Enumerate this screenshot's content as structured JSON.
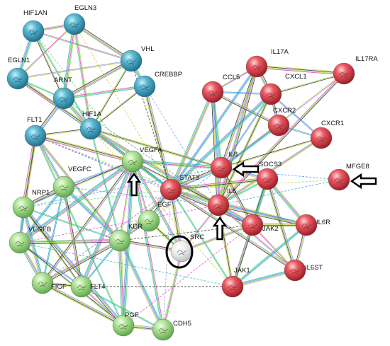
{
  "colors": {
    "blue": "#4aa8c4",
    "red": "#e8505a",
    "green": "#a6dc8c",
    "gray": "#e8e8e8",
    "edge_palette": [
      "#c9c73a",
      "#e040c8",
      "#2f9be0",
      "#2a2a2a",
      "#62d36a",
      "#8a8ee8",
      "#9bdb3c",
      "#28b8a8"
    ],
    "annotation": "#000000"
  },
  "nodes": [
    {
      "id": "HIF1AN",
      "label": "HIF1AN",
      "group": "blue"
    },
    {
      "id": "EGLN3",
      "label": "EGLN3",
      "group": "blue"
    },
    {
      "id": "EGLN1",
      "label": "EGLN1",
      "group": "blue"
    },
    {
      "id": "ARNT",
      "label": "ARNT",
      "group": "blue"
    },
    {
      "id": "VHL",
      "label": "VHL",
      "group": "blue"
    },
    {
      "id": "CREBBP",
      "label": "CREBBP",
      "group": "blue"
    },
    {
      "id": "HIF1A",
      "label": "HIF1A",
      "group": "blue"
    },
    {
      "id": "FLT1",
      "label": "FLT1",
      "group": "blue"
    },
    {
      "id": "IL17A",
      "label": "IL17A",
      "group": "red"
    },
    {
      "id": "IL17RA",
      "label": "IL17RA",
      "group": "red"
    },
    {
      "id": "CCL5",
      "label": "CCL5",
      "group": "red"
    },
    {
      "id": "CXCL1",
      "label": "CXCL1",
      "group": "red"
    },
    {
      "id": "CXCR2",
      "label": "CXCR2",
      "group": "red"
    },
    {
      "id": "CXCR1",
      "label": "CXCR1",
      "group": "red"
    },
    {
      "id": "IL8",
      "label": "IL8",
      "group": "red"
    },
    {
      "id": "SOCS3",
      "label": "SOCS3",
      "group": "red"
    },
    {
      "id": "MFGE8",
      "label": "MFGE8",
      "group": "red"
    },
    {
      "id": "STAT3",
      "label": "STAT3",
      "group": "red"
    },
    {
      "id": "IL6",
      "label": "IL6",
      "group": "red"
    },
    {
      "id": "JAK2",
      "label": "JAK2",
      "group": "red"
    },
    {
      "id": "IL6R",
      "label": "IL6R",
      "group": "red"
    },
    {
      "id": "JAK1",
      "label": "JAK1",
      "group": "red"
    },
    {
      "id": "IL6ST",
      "label": "IL6ST",
      "group": "red"
    },
    {
      "id": "VEGFA",
      "label": "VEGFA",
      "group": "green"
    },
    {
      "id": "VEGFC",
      "label": "VEGFC",
      "group": "green"
    },
    {
      "id": "NRP1",
      "label": "NRP1",
      "group": "green"
    },
    {
      "id": "EGF",
      "label": "EGF",
      "group": "green"
    },
    {
      "id": "KDR",
      "label": "KDR",
      "group": "green"
    },
    {
      "id": "VEGFB",
      "label": "VEGFB",
      "group": "green"
    },
    {
      "id": "FIGF",
      "label": "FIGF",
      "group": "green"
    },
    {
      "id": "FLT4",
      "label": "FLT4",
      "group": "green"
    },
    {
      "id": "PGF",
      "label": "PGF",
      "group": "green"
    },
    {
      "id": "CDH5",
      "label": "CDH5",
      "group": "green"
    },
    {
      "id": "SRC",
      "label": "SRC",
      "group": "gray"
    }
  ],
  "edges": [
    [
      "HIF1AN",
      "EGLN3"
    ],
    [
      "HIF1AN",
      "EGLN1"
    ],
    [
      "HIF1AN",
      "ARNT"
    ],
    [
      "HIF1AN",
      "HIF1A"
    ],
    [
      "HIF1AN",
      "VHL"
    ],
    [
      "EGLN3",
      "EGLN1"
    ],
    [
      "EGLN3",
      "ARNT"
    ],
    [
      "EGLN3",
      "HIF1A"
    ],
    [
      "EGLN3",
      "VHL"
    ],
    [
      "EGLN1",
      "ARNT"
    ],
    [
      "EGLN1",
      "HIF1A"
    ],
    [
      "EGLN1",
      "VHL"
    ],
    [
      "ARNT",
      "HIF1A"
    ],
    [
      "ARNT",
      "VHL"
    ],
    [
      "ARNT",
      "CREBBP"
    ],
    [
      "ARNT",
      "FLT1"
    ],
    [
      "VHL",
      "HIF1A"
    ],
    [
      "VHL",
      "CREBBP"
    ],
    [
      "CREBBP",
      "HIF1A"
    ],
    [
      "CREBBP",
      "STAT3"
    ],
    [
      "HIF1A",
      "FLT1"
    ],
    [
      "HIF1A",
      "VEGFA"
    ],
    [
      "HIF1A",
      "STAT3"
    ],
    [
      "HIF1A",
      "IL6"
    ],
    [
      "HIF1A",
      "IL8"
    ],
    [
      "HIF1A",
      "KDR"
    ],
    [
      "FLT1",
      "VEGFA"
    ],
    [
      "FLT1",
      "VEGFB"
    ],
    [
      "FLT1",
      "PGF"
    ],
    [
      "FLT1",
      "KDR"
    ],
    [
      "FLT1",
      "NRP1"
    ],
    [
      "FLT1",
      "VEGFC"
    ],
    [
      "IL17A",
      "IL17RA"
    ],
    [
      "IL17A",
      "CXCL1"
    ],
    [
      "IL17A",
      "IL6"
    ],
    [
      "IL17A",
      "IL8"
    ],
    [
      "IL17A",
      "CCL5"
    ],
    [
      "IL17A",
      "STAT3"
    ],
    [
      "IL17RA",
      "CXCL1"
    ],
    [
      "IL17RA",
      "IL6"
    ],
    [
      "IL17RA",
      "IL8"
    ],
    [
      "CCL5",
      "CXCL1"
    ],
    [
      "CCL5",
      "IL8"
    ],
    [
      "CCL5",
      "IL6"
    ],
    [
      "CCL5",
      "STAT3"
    ],
    [
      "CCL5",
      "CXCR2"
    ],
    [
      "CXCL1",
      "CXCR2"
    ],
    [
      "CXCL1",
      "IL8"
    ],
    [
      "CXCL1",
      "CXCR1"
    ],
    [
      "CXCL1",
      "IL6"
    ],
    [
      "CXCL1",
      "STAT3"
    ],
    [
      "CXCR2",
      "CXCR1"
    ],
    [
      "CXCR2",
      "IL8"
    ],
    [
      "CXCR1",
      "IL8"
    ],
    [
      "CXCR1",
      "IL6"
    ],
    [
      "IL8",
      "STAT3"
    ],
    [
      "IL8",
      "IL6"
    ],
    [
      "IL8",
      "SOCS3"
    ],
    [
      "IL8",
      "VEGFA"
    ],
    [
      "IL8",
      "JAK2"
    ],
    [
      "SOCS3",
      "STAT3"
    ],
    [
      "SOCS3",
      "IL6"
    ],
    [
      "SOCS3",
      "JAK2"
    ],
    [
      "SOCS3",
      "JAK1"
    ],
    [
      "SOCS3",
      "IL6R"
    ],
    [
      "SOCS3",
      "IL6ST"
    ],
    [
      "STAT3",
      "IL6"
    ],
    [
      "STAT3",
      "JAK2"
    ],
    [
      "STAT3",
      "JAK1"
    ],
    [
      "STAT3",
      "IL6R"
    ],
    [
      "STAT3",
      "IL6ST"
    ],
    [
      "STAT3",
      "VEGFA"
    ],
    [
      "STAT3",
      "EGF"
    ],
    [
      "STAT3",
      "SRC"
    ],
    [
      "STAT3",
      "KDR"
    ],
    [
      "IL6",
      "JAK2"
    ],
    [
      "IL6",
      "JAK1"
    ],
    [
      "IL6",
      "IL6R"
    ],
    [
      "IL6",
      "IL6ST"
    ],
    [
      "IL6",
      "VEGFA"
    ],
    [
      "IL6",
      "SRC"
    ],
    [
      "JAK2",
      "JAK1"
    ],
    [
      "JAK2",
      "IL6R"
    ],
    [
      "JAK2",
      "IL6ST"
    ],
    [
      "JAK2",
      "SRC"
    ],
    [
      "JAK1",
      "IL6R"
    ],
    [
      "JAK1",
      "IL6ST"
    ],
    [
      "IL6R",
      "IL6ST"
    ],
    [
      "VEGFA",
      "VEGFC"
    ],
    [
      "VEGFA",
      "NRP1"
    ],
    [
      "VEGFA",
      "KDR"
    ],
    [
      "VEGFA",
      "FLT4"
    ],
    [
      "VEGFA",
      "VEGFB"
    ],
    [
      "VEGFA",
      "PGF"
    ],
    [
      "VEGFA",
      "EGF"
    ],
    [
      "VEGFA",
      "FIGF"
    ],
    [
      "VEGFA",
      "CDH5"
    ],
    [
      "VEGFA",
      "SRC"
    ],
    [
      "VEGFC",
      "NRP1"
    ],
    [
      "VEGFC",
      "KDR"
    ],
    [
      "VEGFC",
      "FLT4"
    ],
    [
      "VEGFC",
      "FIGF"
    ],
    [
      "VEGFC",
      "VEGFB"
    ],
    [
      "NRP1",
      "KDR"
    ],
    [
      "NRP1",
      "VEGFB"
    ],
    [
      "NRP1",
      "FIGF"
    ],
    [
      "NRP1",
      "PGF"
    ],
    [
      "NRP1",
      "FLT4"
    ],
    [
      "KDR",
      "FLT4"
    ],
    [
      "KDR",
      "FIGF"
    ],
    [
      "KDR",
      "PGF"
    ],
    [
      "KDR",
      "CDH5"
    ],
    [
      "KDR",
      "SRC"
    ],
    [
      "KDR",
      "VEGFB"
    ],
    [
      "KDR",
      "EGF"
    ],
    [
      "VEGFB",
      "FIGF"
    ],
    [
      "VEGFB",
      "FLT4"
    ],
    [
      "VEGFB",
      "PGF"
    ],
    [
      "FIGF",
      "FLT4"
    ],
    [
      "FIGF",
      "PGF"
    ],
    [
      "FLT4",
      "PGF"
    ],
    [
      "FLT4",
      "CDH5"
    ],
    [
      "PGF",
      "CDH5"
    ],
    [
      "CDH5",
      "SRC"
    ],
    [
      "EGF",
      "SRC"
    ],
    [
      "EGF",
      "KDR"
    ]
  ],
  "dashed_edges": [
    [
      "FLT1",
      "STAT3"
    ],
    [
      "FLT1",
      "IL6"
    ],
    [
      "ARNT",
      "IL6"
    ],
    [
      "EGLN1",
      "VEGFA"
    ],
    [
      "HIF1AN",
      "VEGFA"
    ],
    [
      "VHL",
      "STAT3"
    ],
    [
      "CREBBP",
      "IL6"
    ],
    [
      "VEGFC",
      "IL6"
    ],
    [
      "NRP1",
      "STAT3"
    ],
    [
      "VEGFB",
      "IL6"
    ],
    [
      "FIGF",
      "STAT3"
    ],
    [
      "FLT4",
      "JAK1"
    ],
    [
      "PGF",
      "JAK2"
    ],
    [
      "CDH5",
      "STAT3"
    ],
    [
      "EGF",
      "IL8"
    ],
    [
      "KDR",
      "JAK2"
    ],
    [
      "VEGFA",
      "MFGE8"
    ],
    [
      "IL6",
      "MFGE8"
    ],
    [
      "STAT3",
      "MFGE8"
    ],
    [
      "FLT1",
      "JAK2"
    ],
    [
      "HIF1A",
      "JAK1"
    ],
    [
      "EGLN3",
      "STAT3"
    ],
    [
      "VEGFB",
      "JAK1"
    ],
    [
      "NRP1",
      "IL8"
    ]
  ],
  "annotations": {
    "arrows": [
      {
        "target": "VEGFA",
        "direction": "up"
      },
      {
        "target": "IL8",
        "direction": "left"
      },
      {
        "target": "IL6",
        "direction": "up"
      },
      {
        "target": "MFGE8",
        "direction": "left"
      }
    ],
    "circle": {
      "target": "SRC"
    }
  }
}
